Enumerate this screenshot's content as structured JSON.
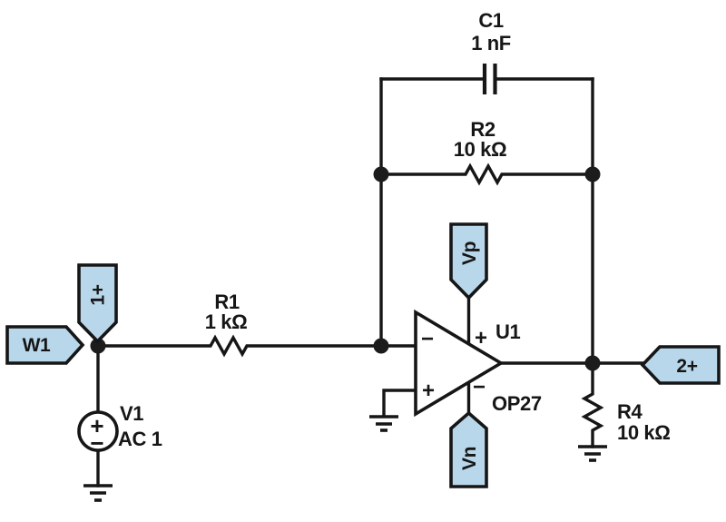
{
  "colors": {
    "flag_fill": "#b9d7ea",
    "line": "#161616",
    "background": "#ffffff"
  },
  "components": {
    "c1": {
      "ref": "C1",
      "value": "1 nF"
    },
    "r1": {
      "ref": "R1",
      "value": "1 kΩ"
    },
    "r2": {
      "ref": "R2",
      "value": "10 kΩ"
    },
    "r4": {
      "ref": "R4",
      "value": "10 kΩ"
    },
    "v1": {
      "ref": "V1",
      "value": "AC 1",
      "plus_sign": "+",
      "minus_sign": "−"
    },
    "opamp": {
      "ref": "U1",
      "part": "OP27",
      "inverting_sign": "−",
      "noninverting_sign": "+",
      "supply_plus_sign": "+",
      "supply_minus_sign": "−"
    }
  },
  "flags": {
    "w1": "W1",
    "scope1": "1+",
    "vp": "Vp",
    "vn": "Vn",
    "scope2": "2+"
  }
}
